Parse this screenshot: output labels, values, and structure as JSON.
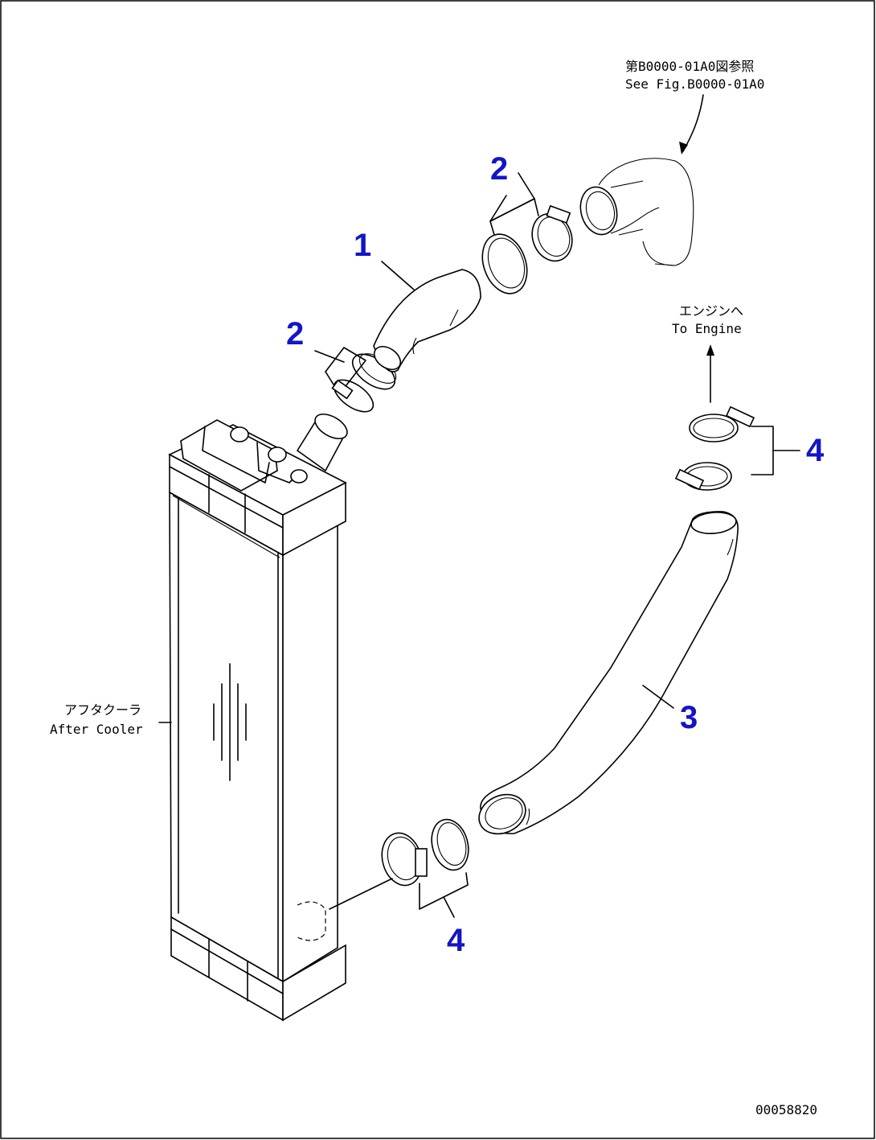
{
  "notes": {
    "see_fig_ja": "第B0000-01A0図参照",
    "see_fig_en": "See Fig.B0000-01A0",
    "to_engine_ja": "エンジンへ",
    "to_engine_en": "To Engine",
    "aftercooler_ja": "アフタクーラ",
    "aftercooler_en": "After Cooler",
    "drawing_no": "00058820"
  },
  "callouts": {
    "c1": "1",
    "c2_upper": "2",
    "c2_lower": "2",
    "c3": "3",
    "c4_upper": "4",
    "c4_lower": "4"
  },
  "colors": {
    "callout": "#1414c8",
    "line": "#000000",
    "background": "#ffffff"
  }
}
